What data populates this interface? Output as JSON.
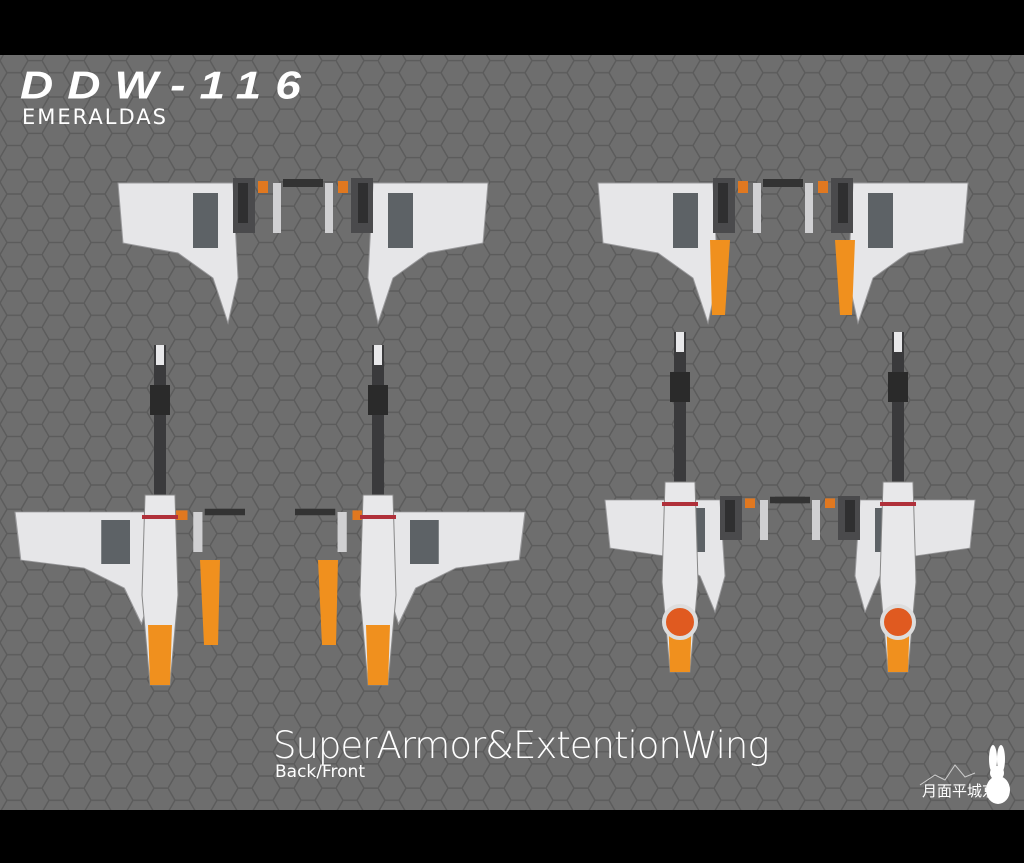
{
  "header": {
    "title": "DDW-116",
    "subtitle": "EMERALDAS"
  },
  "footer": {
    "caption": "SuperArmor&ExtentionWing",
    "sub_caption": "Back/Front"
  },
  "logo": {
    "text": "月面平城京",
    "icon": "rabbit-icon"
  },
  "colors": {
    "background": "#6e6e6e",
    "hex_line": "#5e5e5e",
    "armor": "#e8e8ea",
    "accent": "#f0901e",
    "dark": "#3a3a3c"
  },
  "views": [
    {
      "name": "top-left",
      "variant": "extention-wing-back"
    },
    {
      "name": "top-right",
      "variant": "extention-wing-front"
    },
    {
      "name": "bottom-left",
      "variant": "super-armor-back"
    },
    {
      "name": "bottom-right",
      "variant": "super-armor-front"
    }
  ]
}
